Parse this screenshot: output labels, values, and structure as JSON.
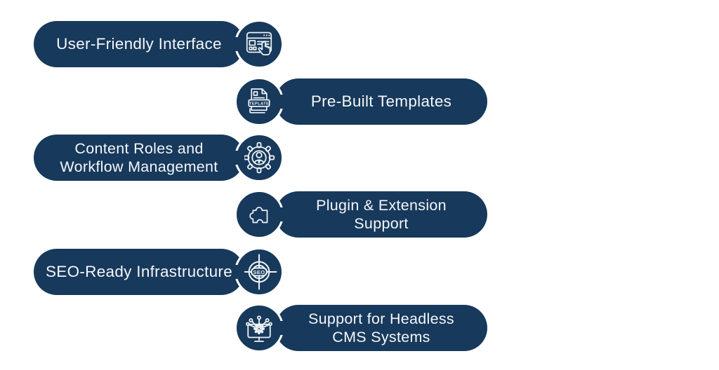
{
  "diagram": {
    "description": "CMS features infographic with alternating pill labels and icon badges",
    "background_color": "#ffffff",
    "pill_color": "#17395b",
    "text_color": "#f4f7fa",
    "icon_stroke_color": "#eef3f7",
    "items": [
      {
        "label": "User-Friendly Interface",
        "side": "left",
        "icon": "browser-cursor-icon",
        "lines": [
          "User-Friendly Interface"
        ]
      },
      {
        "label": "Pre-Built Templates",
        "side": "right",
        "icon": "template-document-icon",
        "icon_label": "TEPLATE",
        "lines": [
          "Pre-Built Templates"
        ]
      },
      {
        "label": "Content Roles and Workflow Management",
        "side": "left",
        "icon": "user-gear-icon",
        "lines": [
          "Content Roles and",
          "Workflow Management"
        ]
      },
      {
        "label": "Plugin & Extension Support",
        "side": "right",
        "icon": "puzzle-piece-icon",
        "lines": [
          "Plugin & Extension",
          "Support"
        ]
      },
      {
        "label": "SEO-Ready Infrastructure",
        "side": "left",
        "icon": "seo-target-icon",
        "icon_label": "SEO",
        "lines": [
          "SEO-Ready Infrastructure"
        ]
      },
      {
        "label": "Support for Headless CMS Systems",
        "side": "right",
        "icon": "headless-cms-monitor-icon",
        "lines": [
          "Support for Headless",
          "CMS Systems"
        ]
      }
    ]
  }
}
